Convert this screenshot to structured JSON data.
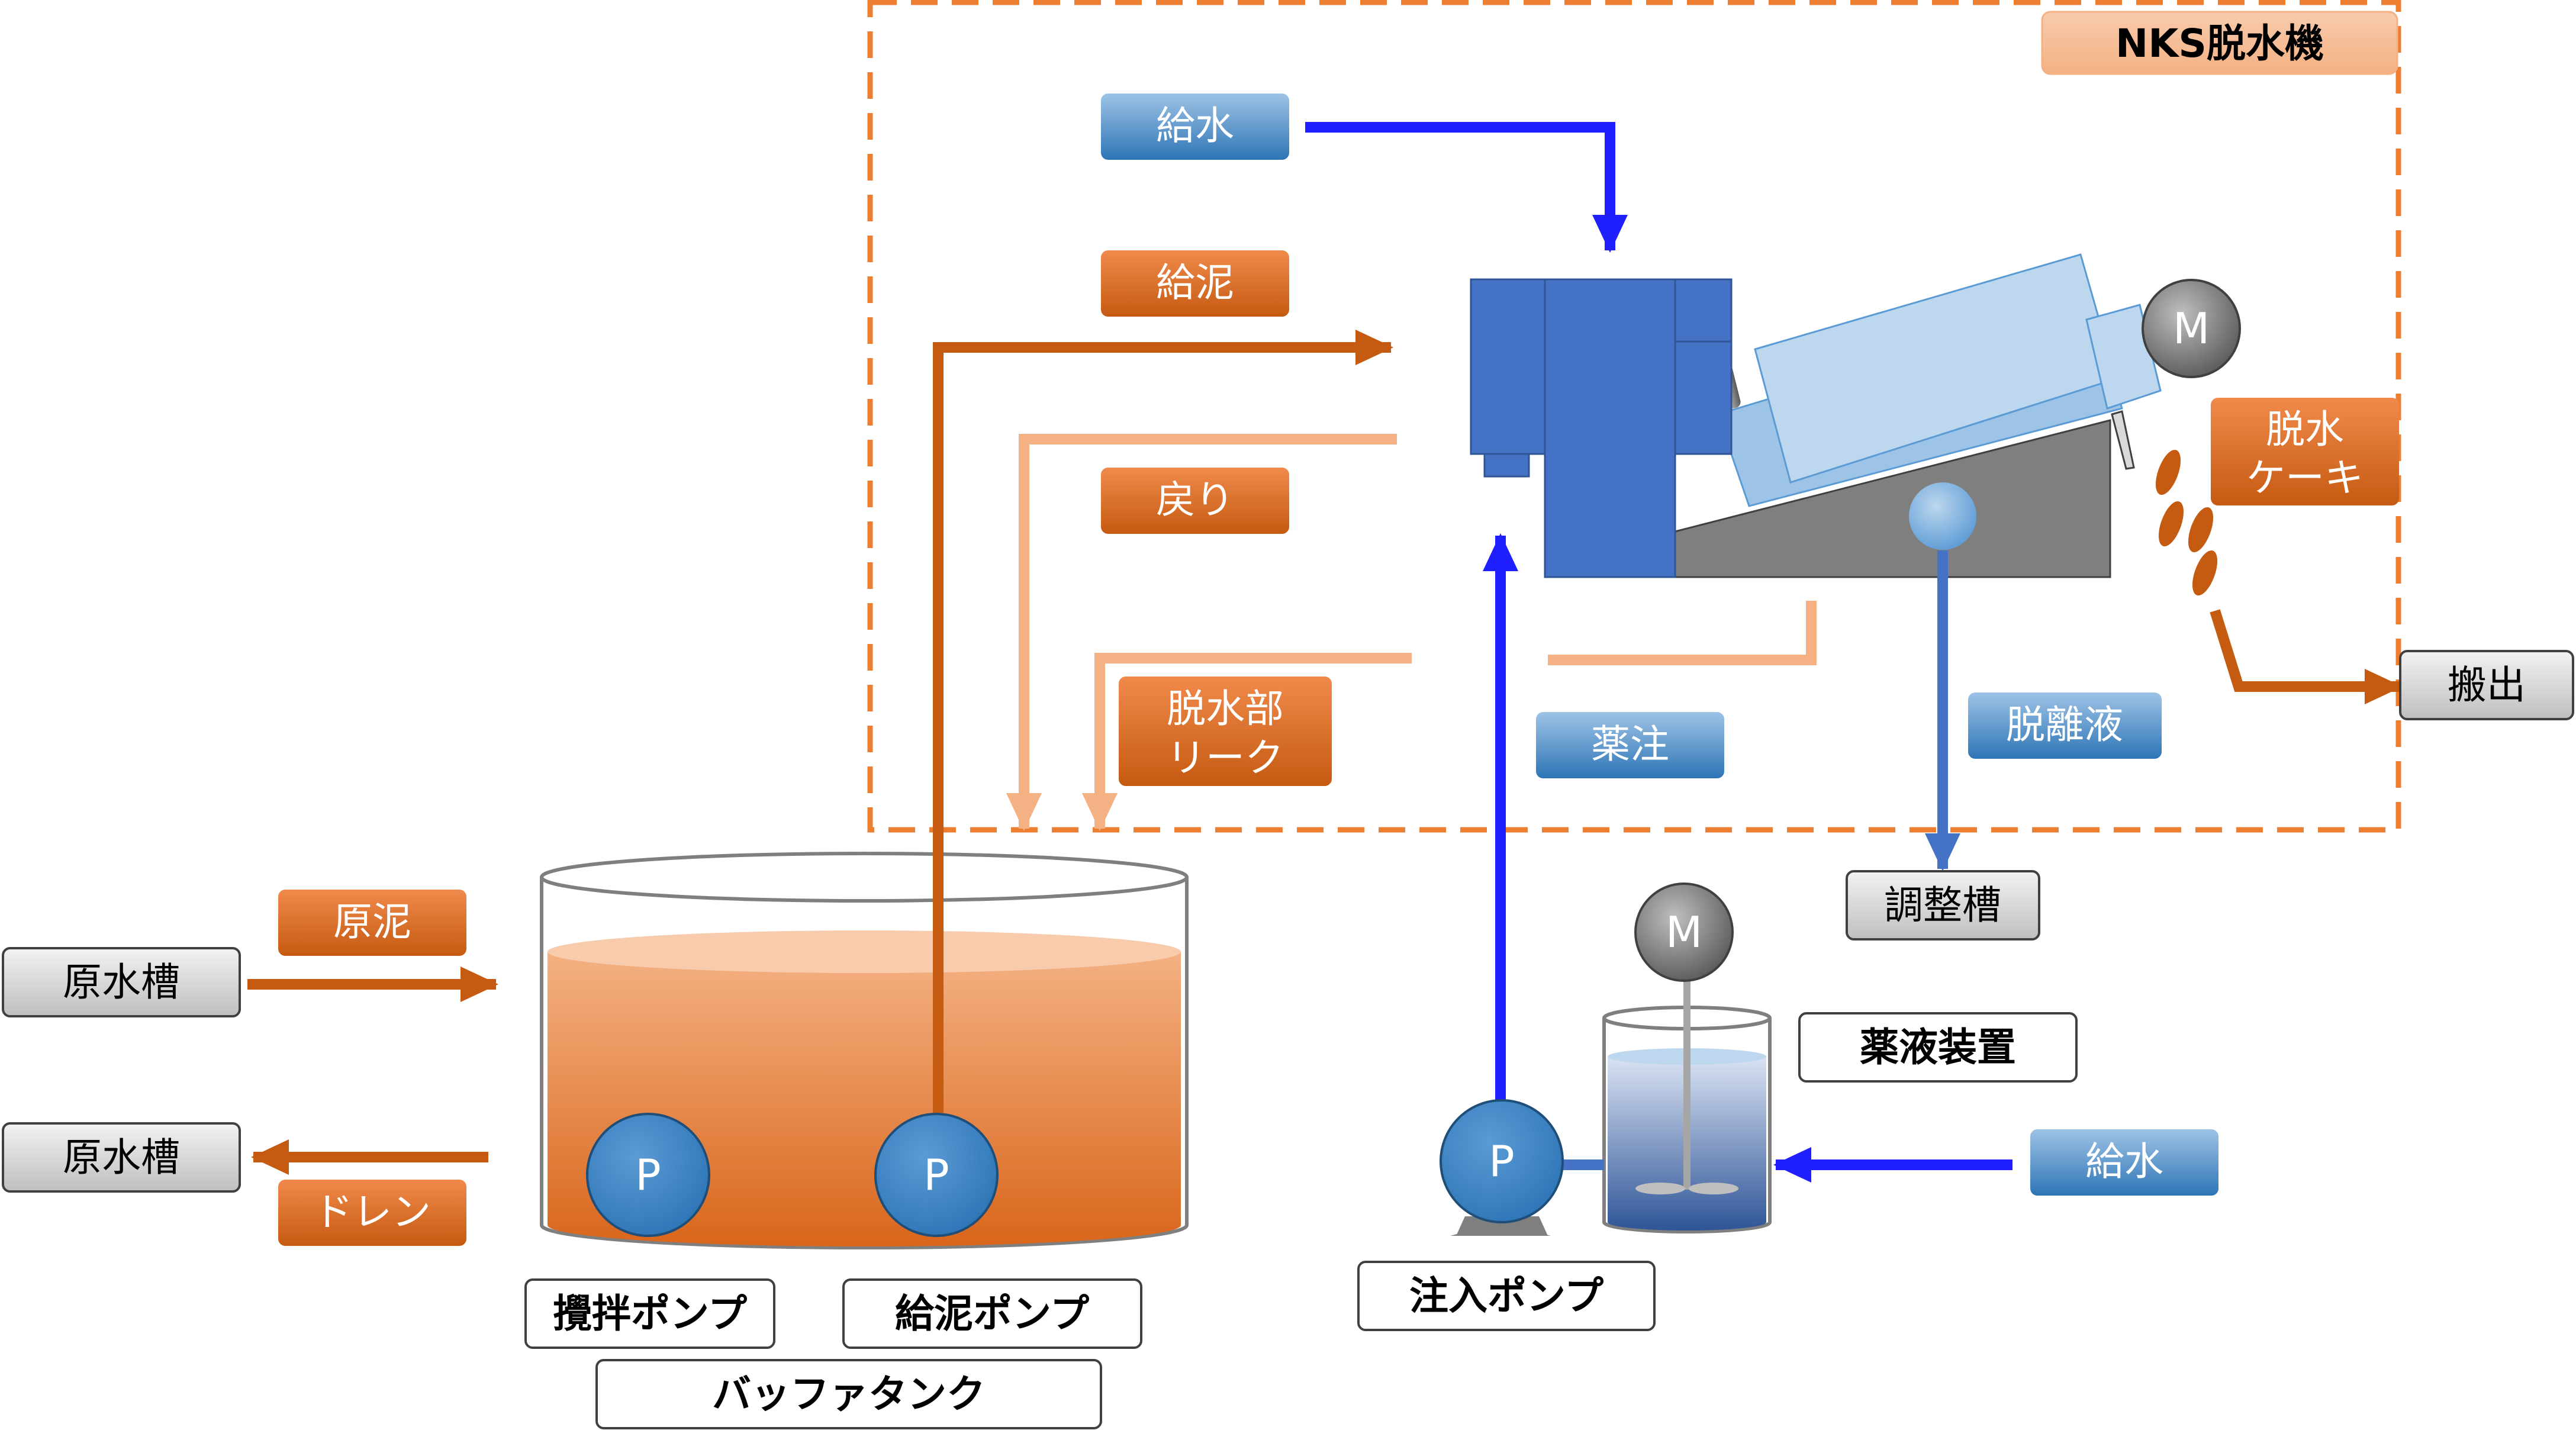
{
  "labels": {
    "nks": "NKS脱水機",
    "feed_water_top": "給水",
    "feed_sludge": "給泥",
    "return": "戻り",
    "leak_line1": "脱水部",
    "leak_line2": "リーク",
    "cake_line1": "脱水",
    "cake_line2": "ケーキ",
    "carry_out": "搬出",
    "chemical_injection": "薬注",
    "separated_liquid": "脱離液",
    "adjust_tank": "調整槽",
    "raw_sludge": "原泥",
    "raw_water_tank_in": "原水槽",
    "raw_water_tank_out": "原水槽",
    "drain": "ドレン",
    "stir_pump": "攪拌ポンプ",
    "feed_pump": "給泥ポンプ",
    "buffer_tank": "バッファタンク",
    "chemical_device": "薬液装置",
    "feed_water_bottom": "給水",
    "injection_pump": "注入ポンプ",
    "pump_symbol": "P",
    "motor_symbol": "M"
  },
  "colors": {
    "sludge_orange": "#c55a11",
    "return_light": "#f4b183",
    "water_blue": "#1f1fff",
    "liquid_blue": "#4472c4",
    "boundary_dashed": "#ed7d31",
    "machine_blue": "#4472c4",
    "machine_light": "#9dc3e6",
    "machine_base": "#7f7f7f"
  }
}
